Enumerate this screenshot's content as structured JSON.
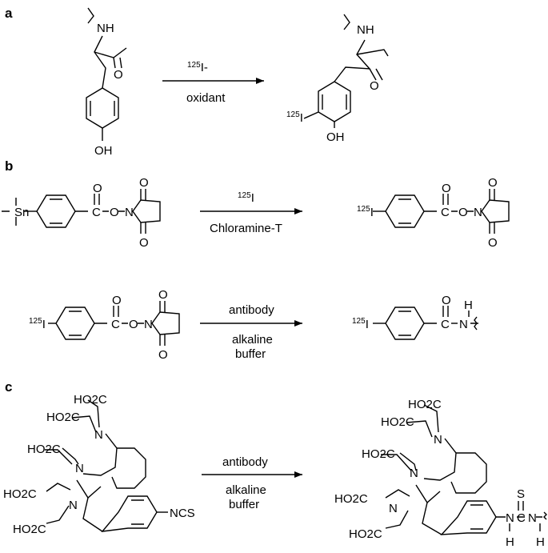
{
  "panels": {
    "a": {
      "label": "a",
      "arrow_top_sup": "125",
      "arrow_top_text": "I-",
      "arrow_bottom": "oxidant",
      "reactant": {
        "nh": "NH",
        "o": "O",
        "oh": "OH"
      },
      "product": {
        "nh": "NH",
        "o": "O",
        "oh": "OH",
        "iso_sup": "125",
        "iso": "I"
      }
    },
    "b": {
      "label": "b",
      "arrow1_top_sup": "125",
      "arrow1_top_text": "I",
      "arrow1_bottom": "Chloramine-T",
      "sn": "Sn",
      "o": "O",
      "n": "N",
      "c": "C",
      "iso_sup": "125",
      "iso": "I",
      "arrow2_lines": [
        "antibody",
        "alkaline",
        "buffer"
      ],
      "amide_n": "N",
      "amide_h": "H"
    },
    "c": {
      "label": "c",
      "arrow_lines": [
        "antibody",
        "alkaline",
        "buffer"
      ],
      "co2h": "HO2C",
      "n": "N",
      "ncs": "NCS",
      "s": "S",
      "c": "C",
      "h": "H"
    }
  }
}
